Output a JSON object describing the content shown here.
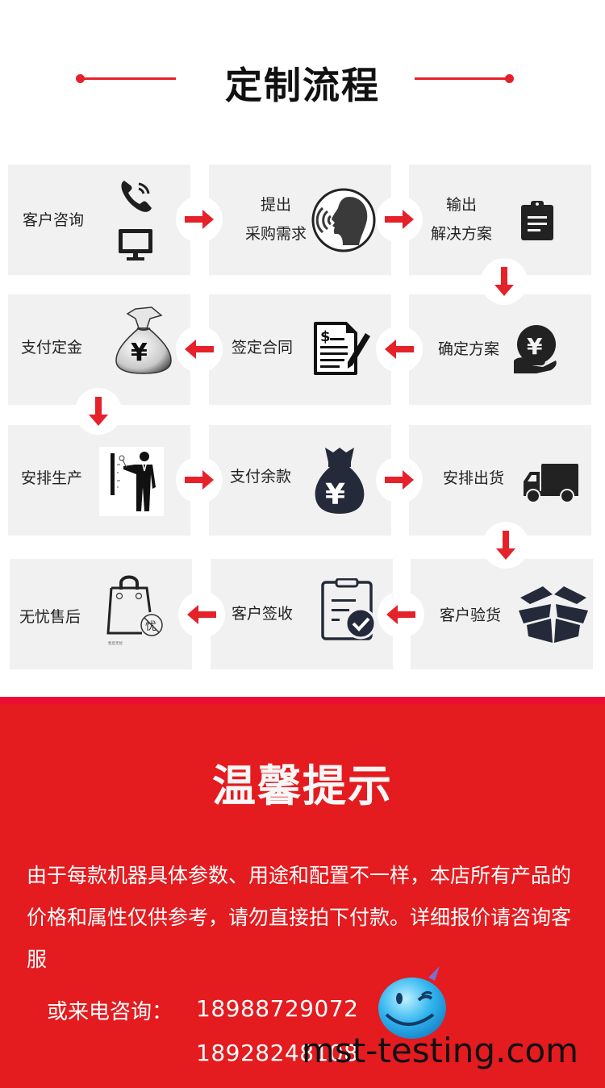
{
  "header": {
    "title": "定制流程"
  },
  "flow": {
    "steps": [
      {
        "label_line1": "客户咨询",
        "label_line2": "",
        "icon": "phone-and-monitor-icon"
      },
      {
        "label_line1": "提出",
        "label_line2": "采购需求",
        "icon": "speaking-head-icon"
      },
      {
        "label_line1": "输出",
        "label_line2": "解决方案",
        "icon": "clipboard-icon"
      },
      {
        "label_line1": "确定方案",
        "label_line2": "",
        "icon": "yuan-hand-icon"
      },
      {
        "label_line1": "签定合同",
        "label_line2": "",
        "icon": "contract-sign-icon"
      },
      {
        "label_line1": "支付定金",
        "label_line2": "",
        "icon": "money-bag-icon"
      },
      {
        "label_line1": "安排生产",
        "label_line2": "",
        "icon": "worker-icon"
      },
      {
        "label_line1": "支付余款",
        "label_line2": "",
        "icon": "yuan-bag-icon"
      },
      {
        "label_line1": "安排出货",
        "label_line2": "",
        "icon": "truck-icon"
      },
      {
        "label_line1": "客户验货",
        "label_line2": "",
        "icon": "open-box-icon"
      },
      {
        "label_line1": "客户签收",
        "label_line2": "",
        "icon": "checklist-icon"
      },
      {
        "label_line1": "无忧售后",
        "label_line2": "",
        "icon": "shopping-bag-icon"
      }
    ],
    "bag_caption": "售后无忧",
    "bag_badge": "忧"
  },
  "tips": {
    "title": "温馨提示",
    "text": "由于每款机器具体参数、用途和配置不一样，本店所有产品的价格和属性仅供参考，请勿直接拍下付款。详细报价请咨询客服",
    "phone_label": "或来电咨询：",
    "phone1": "18988729072",
    "phone2": "18928248108",
    "watermark": "mst-testing.com"
  },
  "colors": {
    "accent_red": "#e5212a",
    "tips_bg": "#e41b1f",
    "card_bg": "#f1f1f1"
  }
}
